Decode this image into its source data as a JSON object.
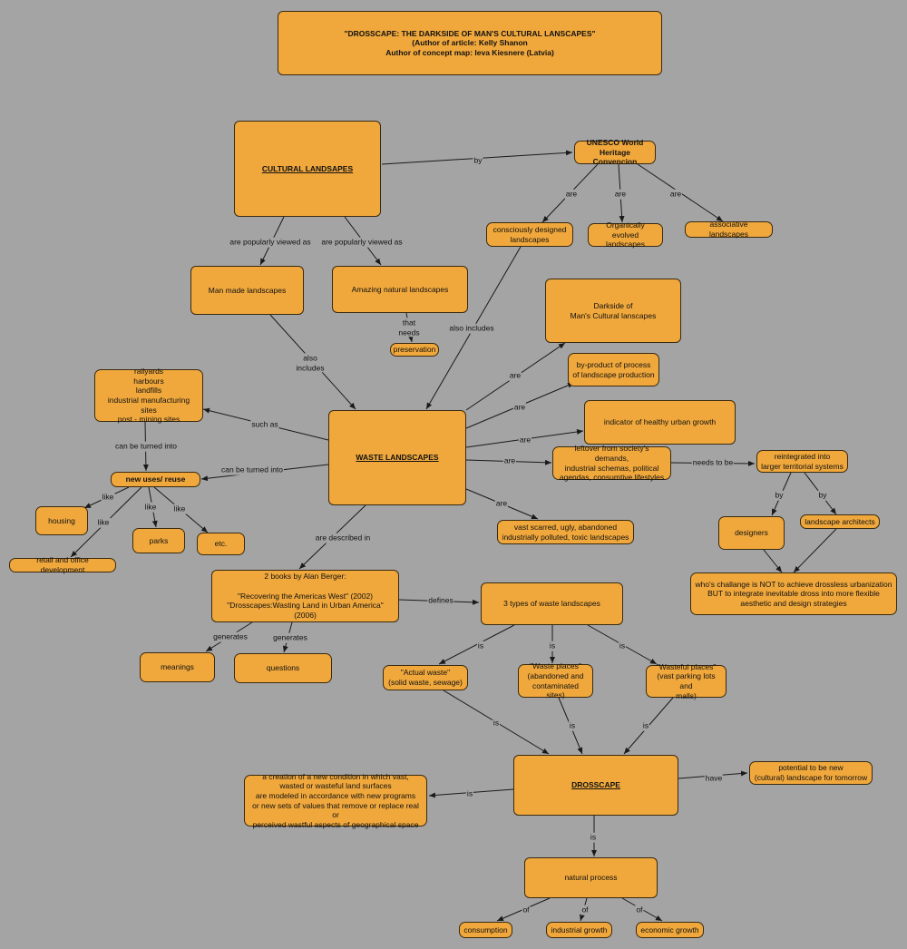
{
  "title": "\"DROSSCAPE: THE DARKSIDE OF MAN'S CULTURAL LANSCAPES\"\n(Author of article: Kelly Shanon\nAuthor of concept map: Ieva Kiesnere (Latvia)",
  "nodes": {
    "cultural": "CULTURAL LANDSAPES",
    "unesco": "UNESCO World\nHeritage Convencion",
    "consciously": "consciously designed\nlandscapes",
    "organically": "Organically evolved\nlandscapes",
    "associative": "associative landscapes",
    "manmade": "Man made landscapes",
    "natural_amazing": "Amazing natural landscapes",
    "preservation": "preservation",
    "darkside": "Darkside of\nMan's Cultural lanscapes",
    "byproduct": "by-product of process\nof landscape production",
    "indicator": "indicator of healthy urban growth",
    "leftover": "leftover from society's demands,\nindustrial schemas, political\nagendas, consumtive lifestyles",
    "reintegrated": "reintegrated into\nlarger territorial systems",
    "railyards": "railyards\nharbours\nlandfills\nindustrial manufacturing sites\npost - mining sites",
    "waste": "WASTE LANDSCAPES",
    "newuses": "new uses/ reuse",
    "housing": "housing",
    "parks": "parks",
    "etc": "etc.",
    "retail": "retail and office development",
    "vast": "vast scarred, ugly, abandoned\nindustrially polluted, toxic landscapes",
    "designers": "designers",
    "architects": "landscape architects",
    "challenge": "who's challange is NOT to achieve drossless urbanization\nBUT to integrate inevitable dross into more flexible\naesthetic and design strategies",
    "books": "2 books by Alan Berger:\n\n\"Recovering the Americas West\" (2002)\n\"Drosscapes:Wasting Land in Urban America\"(2006)",
    "three": "3 types of waste landscapes",
    "meanings": "meanings",
    "questions": "questions",
    "actual": "\"Actual waste\"\n(solid waste, sewage)",
    "places": "\"Waste places\"\n(abandoned and\ncontaminated sites)",
    "wasteful": "\"Wasteful places\"\n(vast parking lots and\nmalls)",
    "drosscape": "DROSSCAPE",
    "creation": "a creation of a new condition in which vast,\nwasted or wasteful land surfaces\nare modeled in accordance with new programs\nor new sets of values that remove or replace real or\nperceived wastful aspects of geographical space",
    "potential": "potential to be new\n(cultural) landscape for tomorrow",
    "process": "natural process",
    "consumption": "consumption",
    "industrial": "industrial growth",
    "economic": "economic growth"
  },
  "labels": {
    "by1": "by",
    "are1": "are",
    "are2": "are",
    "are3": "are",
    "viewed1": "are popularly viewed as",
    "viewed2": "are popularly viewed as",
    "that_needs": "that\nneeds",
    "also_includes1": "also\nincludes",
    "also_includes2": "also includes",
    "are4": "are",
    "are5": "are",
    "are6": "are",
    "are7": "are",
    "are8": "are",
    "needs_to_be": "needs to be",
    "by2": "by",
    "by3": "by",
    "such_as": "such as",
    "turned1": "can be turned  into",
    "turned2": "can be turned into",
    "like1": "like",
    "like2": "like",
    "like3": "like",
    "like4": "like",
    "described": "are described in",
    "defines": "defines",
    "generates1": "generates",
    "generates2": "generates",
    "is1": "is",
    "is2": "is",
    "is3": "is",
    "is4": "is",
    "is5": "is",
    "is6": "is",
    "is7": "is",
    "is8": "is",
    "have": "have",
    "of1": "of",
    "of2": "of",
    "of3": "of"
  }
}
